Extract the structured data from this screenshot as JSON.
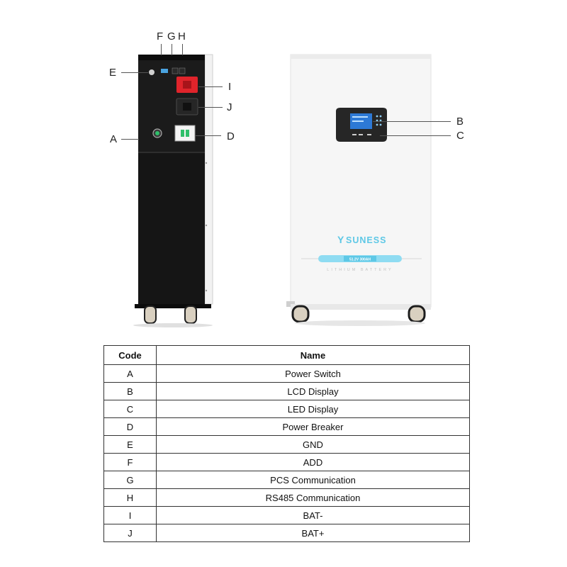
{
  "diagram": {
    "callouts": {
      "A": "A",
      "B": "B",
      "C": "C",
      "D": "D",
      "E": "E",
      "F": "F",
      "G": "G",
      "H": "H",
      "I": "I",
      "J": "J"
    },
    "brand": "SUNESS",
    "rating_label": "51.2V 300AH",
    "subtitle": "LITHIUM BATTERY"
  },
  "table": {
    "headers": {
      "code": "Code",
      "name": "Name"
    },
    "rows": [
      {
        "code": "A",
        "name": "Power Switch"
      },
      {
        "code": "B",
        "name": "LCD Display"
      },
      {
        "code": "C",
        "name": "LED Display"
      },
      {
        "code": "D",
        "name": "Power Breaker"
      },
      {
        "code": "E",
        "name": "GND"
      },
      {
        "code": "F",
        "name": "ADD"
      },
      {
        "code": "G",
        "name": "PCS Communication"
      },
      {
        "code": "H",
        "name": "RS485 Communication"
      },
      {
        "code": "I",
        "name": "BAT-"
      },
      {
        "code": "J",
        "name": "BAT+"
      }
    ]
  },
  "colors": {
    "accent": "#5ec8e6",
    "port_red": "#e0242b",
    "body_black": "#151515"
  }
}
